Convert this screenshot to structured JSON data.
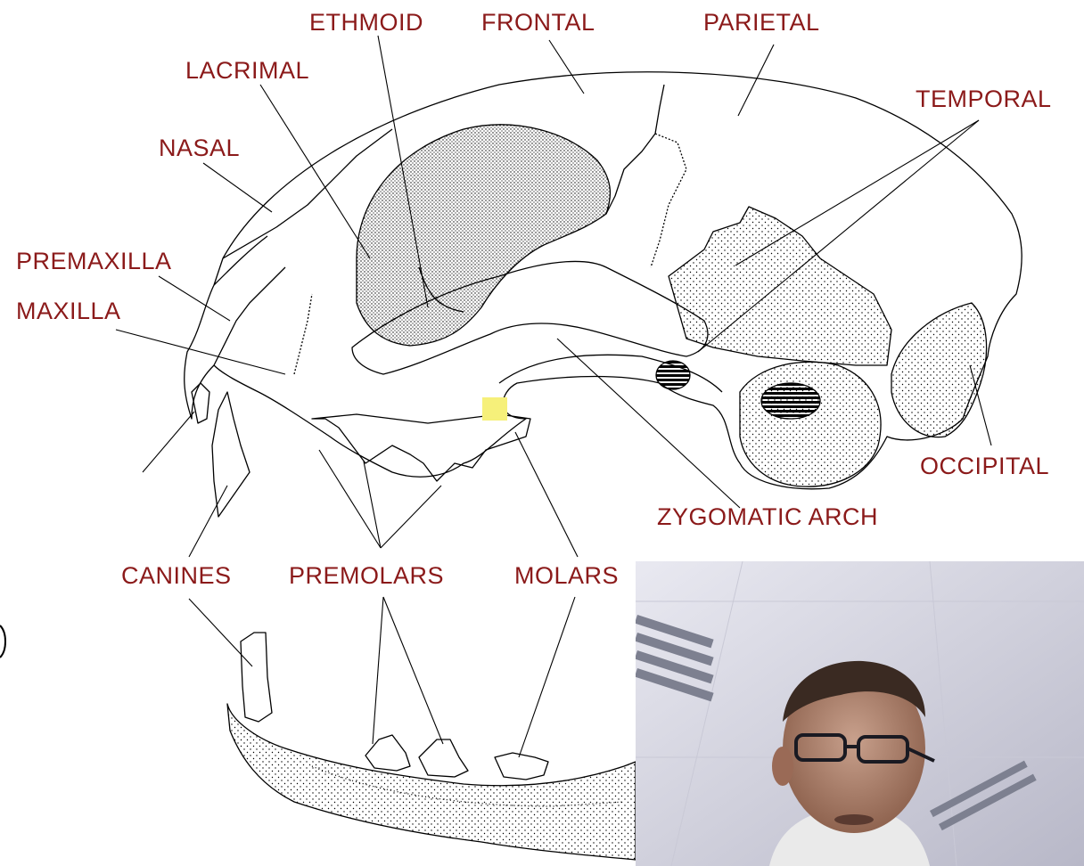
{
  "diagram": {
    "labels": {
      "ethmoid": "ETHMOID",
      "frontal": "FRONTAL",
      "parietal": "PARIETAL",
      "lacrimal": "LACRIMAL",
      "temporal": "TEMPORAL",
      "nasal": "NASAL",
      "premaxilla": "PREMAXILLA",
      "maxilla": "MAXILLA",
      "occipital": "OCCIPITAL",
      "zygomatic_arch": "ZYGOMATIC ARCH",
      "canines": "CANINES",
      "premolars": "PREMOLARS",
      "molars": "MOLARS"
    },
    "colors": {
      "label": "#8b1a1a",
      "line": "#000000",
      "highlight": "#f6f07a"
    }
  },
  "overlay": {
    "webcam_icon": "presenter-webcam-feed"
  }
}
